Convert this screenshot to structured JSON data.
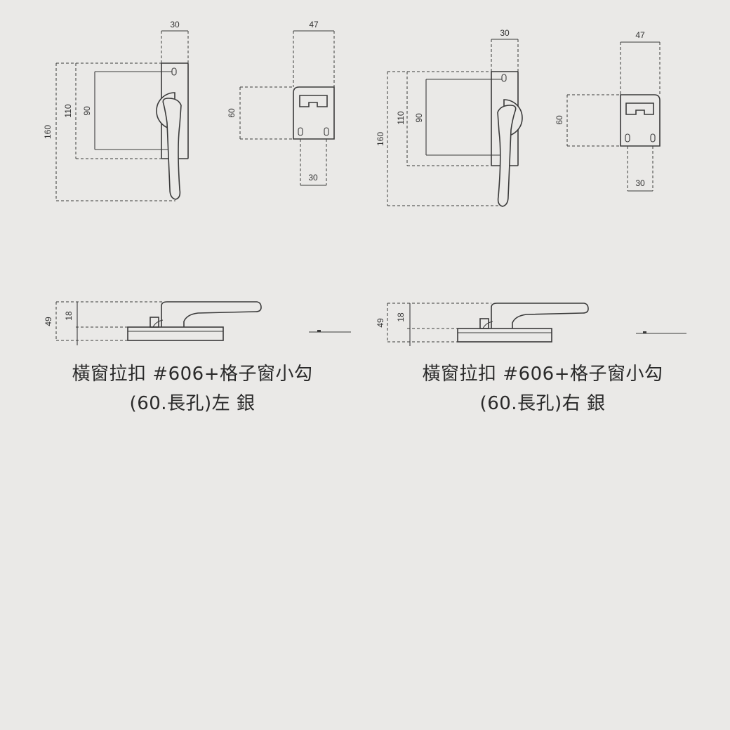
{
  "dimensions": {
    "width_30": "30",
    "width_47": "47",
    "height_160": "160",
    "height_110": "110",
    "height_90": "90",
    "height_60": "60",
    "height_49": "49",
    "height_18": "18"
  },
  "products": [
    {
      "title": "橫窗拉扣 #606+格子窗小勾",
      "subtitle": "(60.長孔)左 銀"
    },
    {
      "title": "橫窗拉扣 #606+格子窗小勾",
      "subtitle": "(60.長孔)右 銀"
    }
  ]
}
